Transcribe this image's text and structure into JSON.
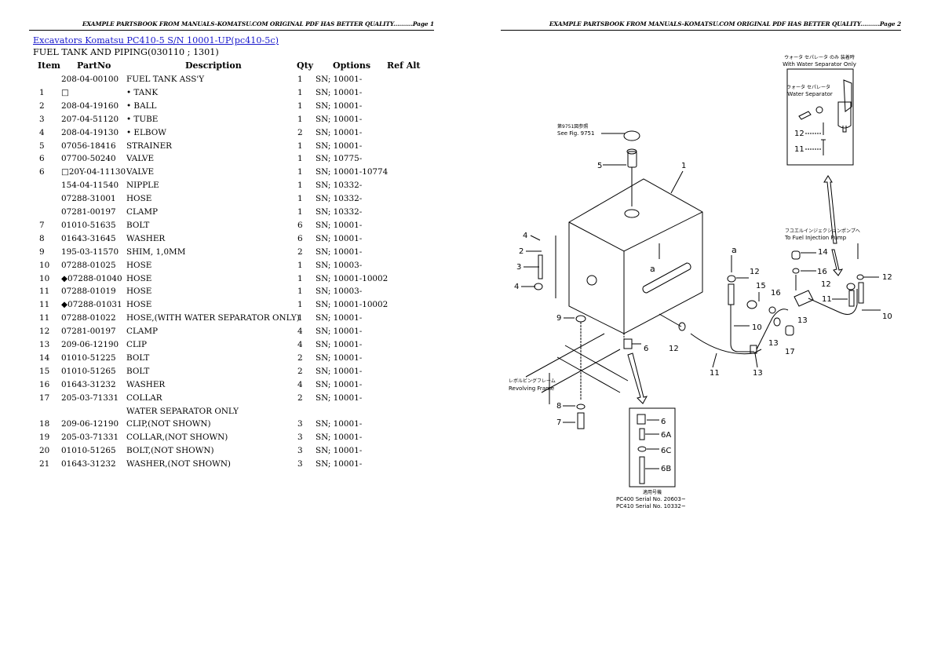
{
  "page1": {
    "header": "EXAMPLE PARTSBOOK FROM MANUALS-KOMATSU.COM ORIGINAL PDF HAS BETTER QUALITY..........Page 1",
    "link": "Excavators Komatsu PC410-5 S/N 10001-UP(pc410-5c)",
    "subtitle": "FUEL TANK AND PIPING(030110 ; 1301)",
    "columns": {
      "item": "Item",
      "partno": "PartNo",
      "description": "Description",
      "qty": "Qty",
      "options": "Options",
      "refalt": "Ref Alt"
    },
    "rows": [
      {
        "item": "",
        "partno": "208-04-00100",
        "description": "FUEL TANK ASS'Y",
        "qty": "1",
        "options": "SN; 10001-"
      },
      {
        "item": "1",
        "partno": "□",
        "description": "• TANK",
        "qty": "1",
        "options": "SN; 10001-"
      },
      {
        "item": "2",
        "partno": "208-04-19160",
        "description": "• BALL",
        "qty": "1",
        "options": "SN; 10001-"
      },
      {
        "item": "3",
        "partno": "207-04-51120",
        "description": "• TUBE",
        "qty": "1",
        "options": "SN; 10001-"
      },
      {
        "item": "4",
        "partno": "208-04-19130",
        "description": "• ELBOW",
        "qty": "2",
        "options": "SN; 10001-"
      },
      {
        "item": "5",
        "partno": "07056-18416",
        "description": "STRAINER",
        "qty": "1",
        "options": "SN; 10001-"
      },
      {
        "item": "6",
        "partno": "07700-50240",
        "description": "VALVE",
        "qty": "1",
        "options": "SN; 10775-"
      },
      {
        "item": "6",
        "partno": "□20Y-04-11130",
        "description": "VALVE",
        "qty": "1",
        "options": "SN; 10001-10774"
      },
      {
        "item": "",
        "partno": "154-04-11540",
        "description": "NIPPLE",
        "qty": "1",
        "options": "SN; 10332-"
      },
      {
        "item": "",
        "partno": "07288-31001",
        "description": "HOSE",
        "qty": "1",
        "options": "SN; 10332-"
      },
      {
        "item": "",
        "partno": "07281-00197",
        "description": "CLAMP",
        "qty": "1",
        "options": "SN; 10332-"
      },
      {
        "item": "7",
        "partno": "01010-51635",
        "description": "BOLT",
        "qty": "6",
        "options": "SN; 10001-"
      },
      {
        "item": "8",
        "partno": "01643-31645",
        "description": "WASHER",
        "qty": "6",
        "options": "SN; 10001-"
      },
      {
        "item": "9",
        "partno": "195-03-11570",
        "description": "SHIM, 1,0MM",
        "qty": "2",
        "options": "SN; 10001-"
      },
      {
        "item": "10",
        "partno": "07288-01025",
        "description": "HOSE",
        "qty": "1",
        "options": "SN; 10003-"
      },
      {
        "item": "10",
        "partno": "◆07288-01040",
        "description": "HOSE",
        "qty": "1",
        "options": "SN; 10001-10002"
      },
      {
        "item": "11",
        "partno": "07288-01019",
        "description": "HOSE",
        "qty": "1",
        "options": "SN; 10003-"
      },
      {
        "item": "11",
        "partno": "◆07288-01031",
        "description": "HOSE",
        "qty": "1",
        "options": "SN; 10001-10002"
      },
      {
        "item": "11",
        "partno": "07288-01022",
        "description": "HOSE,(WITH WATER SEPARATOR ONLY)",
        "qty": "1",
        "options": "SN; 10001-"
      },
      {
        "item": "12",
        "partno": "07281-00197",
        "description": "CLAMP",
        "qty": "4",
        "options": "SN; 10001-"
      },
      {
        "item": "13",
        "partno": "209-06-12190",
        "description": "CLIP",
        "qty": "4",
        "options": "SN; 10001-"
      },
      {
        "item": "14",
        "partno": "01010-51225",
        "description": "BOLT",
        "qty": "2",
        "options": "SN; 10001-"
      },
      {
        "item": "15",
        "partno": "01010-51265",
        "description": "BOLT",
        "qty": "2",
        "options": "SN; 10001-"
      },
      {
        "item": "16",
        "partno": "01643-31232",
        "description": "WASHER",
        "qty": "4",
        "options": "SN; 10001-"
      },
      {
        "item": "17",
        "partno": "205-03-71331",
        "description": "COLLAR",
        "qty": "2",
        "options": "SN; 10001-"
      },
      {
        "item": "",
        "partno": "",
        "description": "WATER SEPARATOR ONLY",
        "qty": "",
        "options": ""
      },
      {
        "item": "18",
        "partno": "209-06-12190",
        "description": "CLIP,(NOT SHOWN)",
        "qty": "3",
        "options": "SN; 10001-"
      },
      {
        "item": "19",
        "partno": "205-03-71331",
        "description": "COLLAR,(NOT SHOWN)",
        "qty": "3",
        "options": "SN; 10001-"
      },
      {
        "item": "20",
        "partno": "01010-51265",
        "description": "BOLT,(NOT SHOWN)",
        "qty": "3",
        "options": "SN; 10001-"
      },
      {
        "item": "21",
        "partno": "01643-31232",
        "description": "WASHER,(NOT SHOWN)",
        "qty": "3",
        "options": "SN; 10001-"
      }
    ]
  },
  "page2": {
    "header": "EXAMPLE PARTSBOOK FROM MANUALS-KOMATSU.COM ORIGINAL PDF HAS BETTER QUALITY..........Page 2",
    "diagram": {
      "see_fig_jp": "第9751図参照",
      "see_fig": "See Fig. 9751",
      "water_sep_title_jp": "ウォータ セパレータ のみ 装着時",
      "water_sep_title": "With Water Separator Only",
      "water_sep_label_jp": "ウォータ セパレータ",
      "water_sep_label": "Water Separator",
      "fuel_pump_jp": "フユエルインジェクションポンプへ",
      "fuel_pump": "To Fuel Injection Pump",
      "frame_jp": "レボルビングフレーム",
      "frame": "Revolving Frame",
      "applicable_jp": "適用号機",
      "serial1": "PC400 Serial No. 20603~",
      "serial2": "PC410 Serial No. 10332~",
      "callouts": [
        "1",
        "2",
        "3",
        "4",
        "4",
        "5",
        "6",
        "6",
        "6A",
        "6B",
        "6C",
        "7",
        "8",
        "9",
        "10",
        "10",
        "11",
        "11",
        "11",
        "12",
        "12",
        "12",
        "12",
        "12",
        "13",
        "13",
        "13",
        "14",
        "15",
        "16",
        "16",
        "17",
        "a",
        "a"
      ]
    }
  }
}
